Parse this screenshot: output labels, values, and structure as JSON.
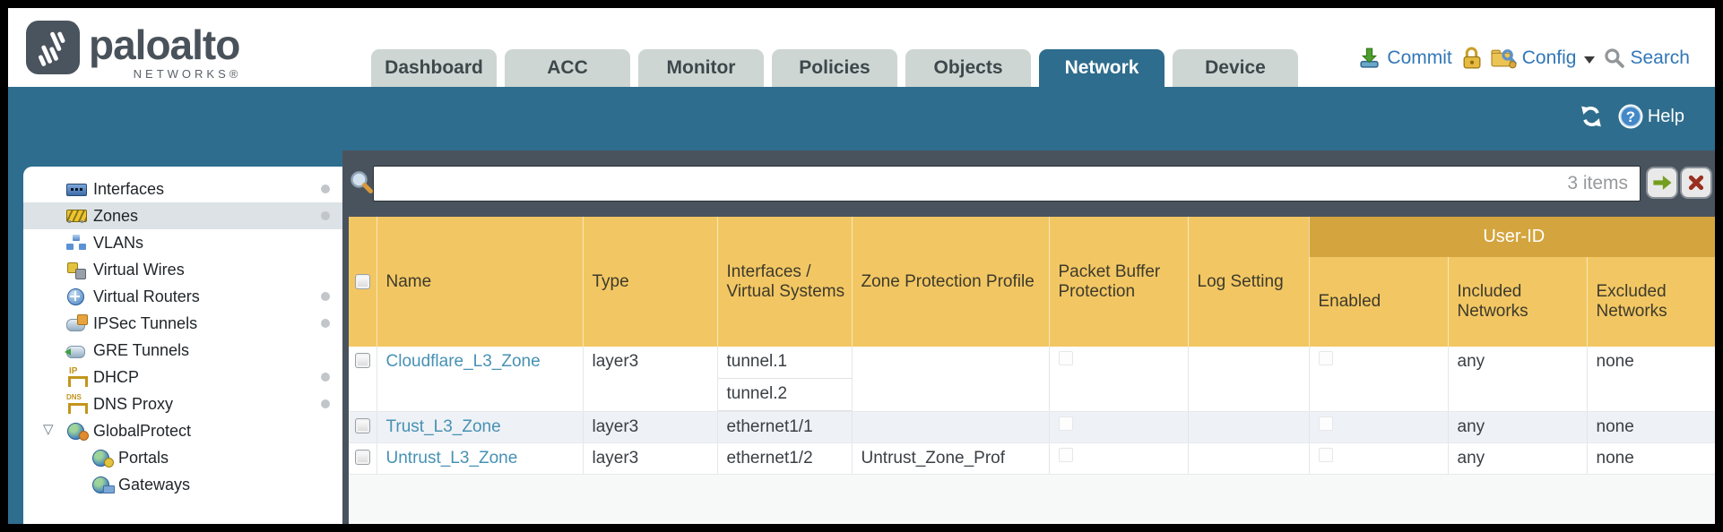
{
  "brand": {
    "name": "paloalto",
    "sub": "NETWORKS®"
  },
  "nav": {
    "tabs": [
      {
        "label": "Dashboard",
        "active": false
      },
      {
        "label": "ACC",
        "active": false
      },
      {
        "label": "Monitor",
        "active": false
      },
      {
        "label": "Policies",
        "active": false
      },
      {
        "label": "Objects",
        "active": false
      },
      {
        "label": "Network",
        "active": true
      },
      {
        "label": "Device",
        "active": false
      }
    ],
    "actions": {
      "commit": "Commit",
      "config": "Config",
      "search": "Search"
    }
  },
  "toolbar": {
    "help": "Help"
  },
  "sidebar": {
    "items": [
      {
        "label": "Interfaces",
        "icon": "interfaces",
        "dot": true
      },
      {
        "label": "Zones",
        "icon": "zones",
        "dot": true,
        "selected": true
      },
      {
        "label": "VLANs",
        "icon": "vlans"
      },
      {
        "label": "Virtual Wires",
        "icon": "virtual-wires"
      },
      {
        "label": "Virtual Routers",
        "icon": "virtual-routers",
        "dot": true
      },
      {
        "label": "IPSec Tunnels",
        "icon": "ipsec-tunnels",
        "dot": true
      },
      {
        "label": "GRE Tunnels",
        "icon": "gre-tunnels"
      },
      {
        "label": "DHCP",
        "icon": "dhcp",
        "dot": true
      },
      {
        "label": "DNS Proxy",
        "icon": "dns-proxy",
        "dot": true
      },
      {
        "label": "GlobalProtect",
        "icon": "globalprotect",
        "expander": true
      },
      {
        "label": "Portals",
        "icon": "portals",
        "indent": true
      },
      {
        "label": "Gateways",
        "icon": "gateways",
        "indent": true
      }
    ]
  },
  "filter": {
    "value": "",
    "count": "3 items"
  },
  "table": {
    "group_header": "User-ID",
    "columns": [
      "Name",
      "Type",
      "Interfaces / Virtual Systems",
      "Zone Protection Profile",
      "Packet Buffer Protection",
      "Log Setting",
      "Enabled",
      "Included Networks",
      "Excluded Networks"
    ],
    "rows": [
      {
        "name": "Cloudflare_L3_Zone",
        "type": "layer3",
        "interfaces": [
          "tunnel.1",
          "tunnel.2"
        ],
        "zone_protection_profile": "",
        "packet_buffer_protection": false,
        "log_setting": "",
        "user_id_enabled": false,
        "included_networks": "any",
        "excluded_networks": "none"
      },
      {
        "name": "Trust_L3_Zone",
        "type": "layer3",
        "interfaces": [
          "ethernet1/1"
        ],
        "zone_protection_profile": "",
        "packet_buffer_protection": false,
        "log_setting": "",
        "user_id_enabled": false,
        "included_networks": "any",
        "excluded_networks": "none"
      },
      {
        "name": "Untrust_L3_Zone",
        "type": "layer3",
        "interfaces": [
          "ethernet1/2"
        ],
        "zone_protection_profile": "Untrust_Zone_Prof",
        "packet_buffer_protection": false,
        "log_setting": "",
        "user_id_enabled": false,
        "included_networks": "any",
        "excluded_networks": "none"
      }
    ]
  },
  "colors": {
    "teal": "#2e6d8d",
    "header_amber": "#f2c763",
    "header_amber_dark": "#d4a53e",
    "link_blue": "#4791b5",
    "slate": "#49535e"
  }
}
